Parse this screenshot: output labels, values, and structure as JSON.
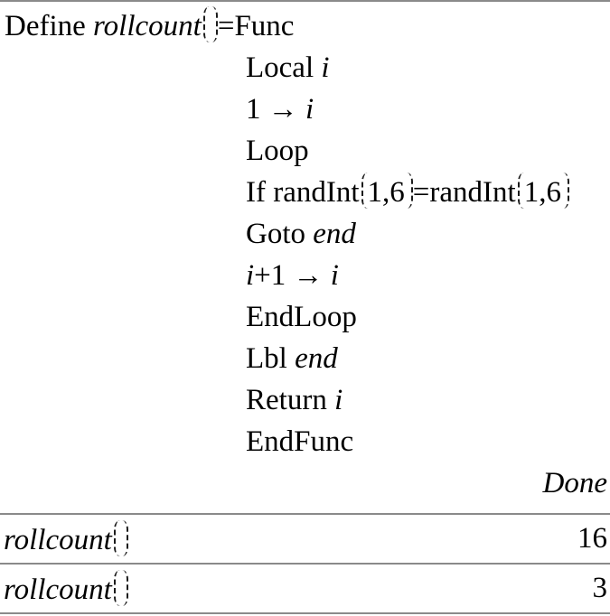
{
  "program": {
    "header": {
      "define": "Define ",
      "name": "rollcount",
      "parens": "()",
      "eq_func": "=Func"
    },
    "body": {
      "local_kw": "Local ",
      "local_var": "i",
      "init_expr": "1 → ",
      "init_var": "i",
      "loop_kw": "Loop",
      "if_lhs": "If randInt",
      "if_args1": "1,6",
      "if_rhs": "=randInt",
      "if_args2": "1,6",
      "goto_kw": "Goto ",
      "goto_label": "end",
      "incr_var1": "i",
      "incr_expr": "+1 → ",
      "incr_var2": "i",
      "endloop_kw": "EndLoop",
      "lbl_kw": "Lbl ",
      "lbl_label": "end",
      "return_kw": "Return ",
      "return_var": "i",
      "endfunc_kw": "EndFunc"
    },
    "status": "Done"
  },
  "history": {
    "entries": [
      {
        "name": "rollcount",
        "parens": "()",
        "result": "16"
      },
      {
        "name": "rollcount",
        "parens": "()",
        "result": "3"
      }
    ]
  },
  "colors": {
    "background": "#ffffff",
    "text": "#000000",
    "separator": "#8a8a8a"
  }
}
